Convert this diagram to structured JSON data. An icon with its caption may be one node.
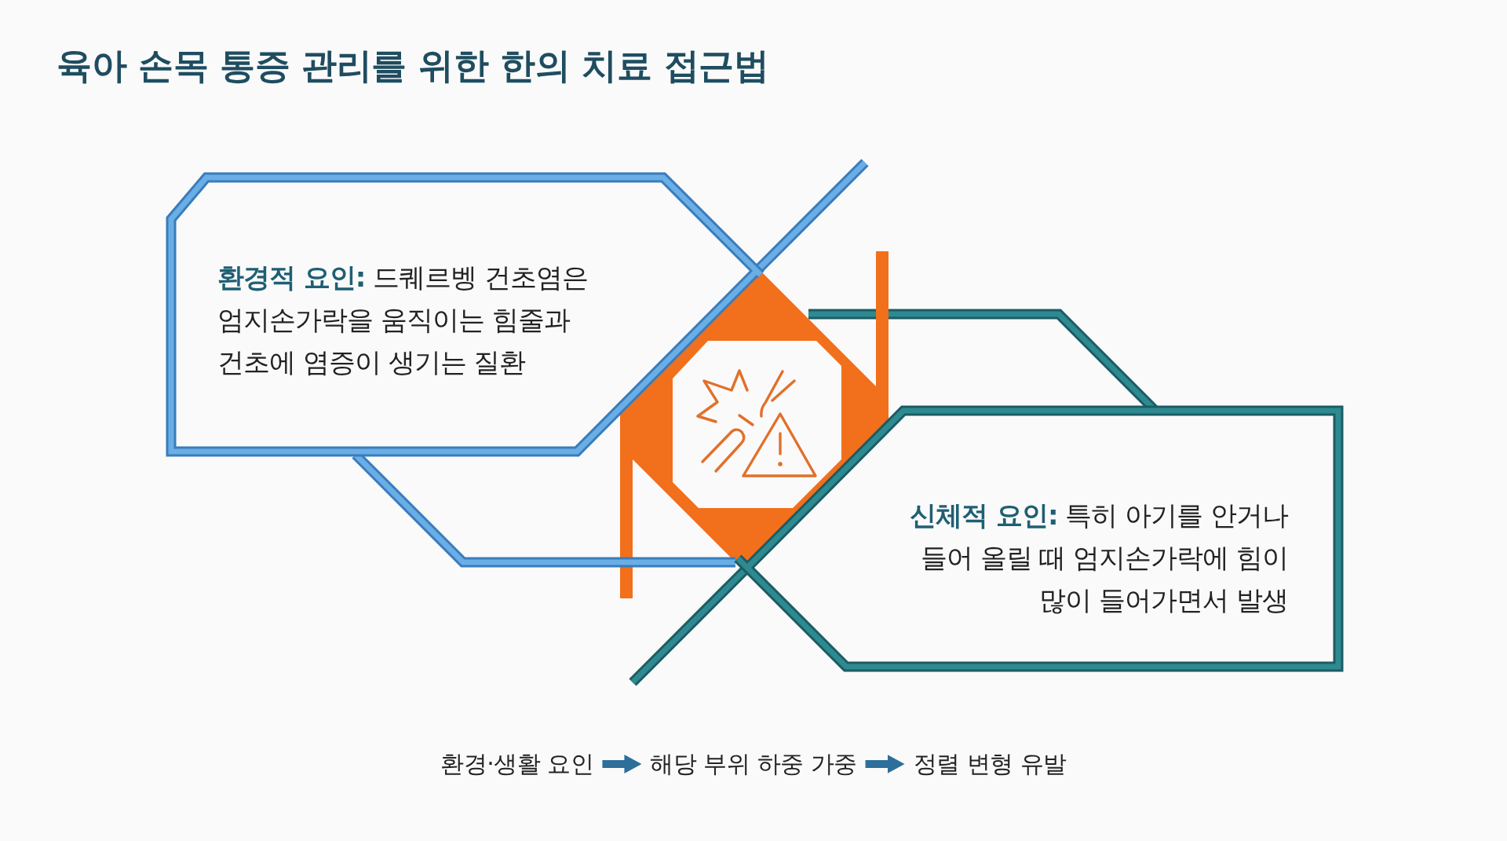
{
  "diagram": {
    "title": "육아 손목 통증 관리를 위한 한의 치료 접근법",
    "nodes": [
      {
        "text": [
          "**환경적 요인:** 드퀘르벵 건초염은 엄지손가락을 움직이는 힘줄과 건초에 염증이 생기는 질환"
        ]
      },
      {
        "text": [],
        "shape": "octagon"
      },
      {
        "text": [
          "**신체적 요인:** 특히 아기를 안거나 들어 올릴 때 엄지손가락에 힘이 많이 들어가면서 발생"
        ]
      },
      {
        "text": [
          "환경·생활 요인"
        ]
      },
      {
        "text": [
          "해당 부위 하중 가중"
        ]
      },
      {
        "text": [
          "정렬 변형 유발"
        ]
      }
    ],
    "edges": [
      {
        "from": 3,
        "to": 4,
        "arrow": "to"
      },
      {
        "from": 4,
        "to": 5,
        "arrow": "to"
      }
    ]
  }
}
